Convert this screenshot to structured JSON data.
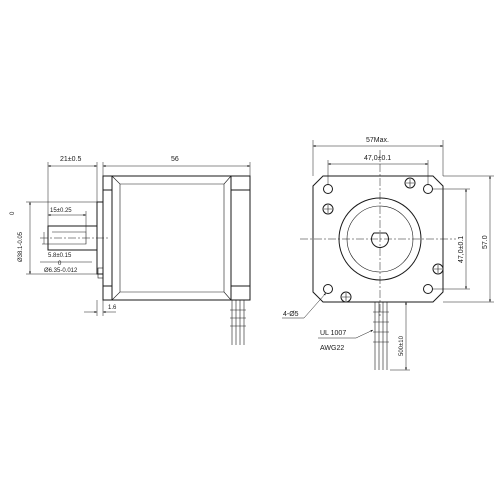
{
  "side_view": {
    "dim_shaft_length": "21±0.5",
    "dim_body_length": "56",
    "dim_flat_length": "15±0.25",
    "dim_flat_depth": "5.8±0.15",
    "dim_shaft_dia_top": "0",
    "dim_shaft_dia": "Ø6.35-0.012",
    "dim_boss_dia_top": "0",
    "dim_boss_dia": "Ø38.1-0.05",
    "dim_boss_height": "1.6"
  },
  "front_view": {
    "dim_flange_width": "57Max.",
    "dim_hole_spacing_h": "47,0±0.1",
    "dim_hole_spacing_v": "47,0±0.1",
    "dim_height": "57.0",
    "dim_holes": "4-Ø5",
    "wire_spec_1": "UL 1007",
    "wire_spec_2": "AWG22",
    "dim_lead_length": "500±10"
  }
}
